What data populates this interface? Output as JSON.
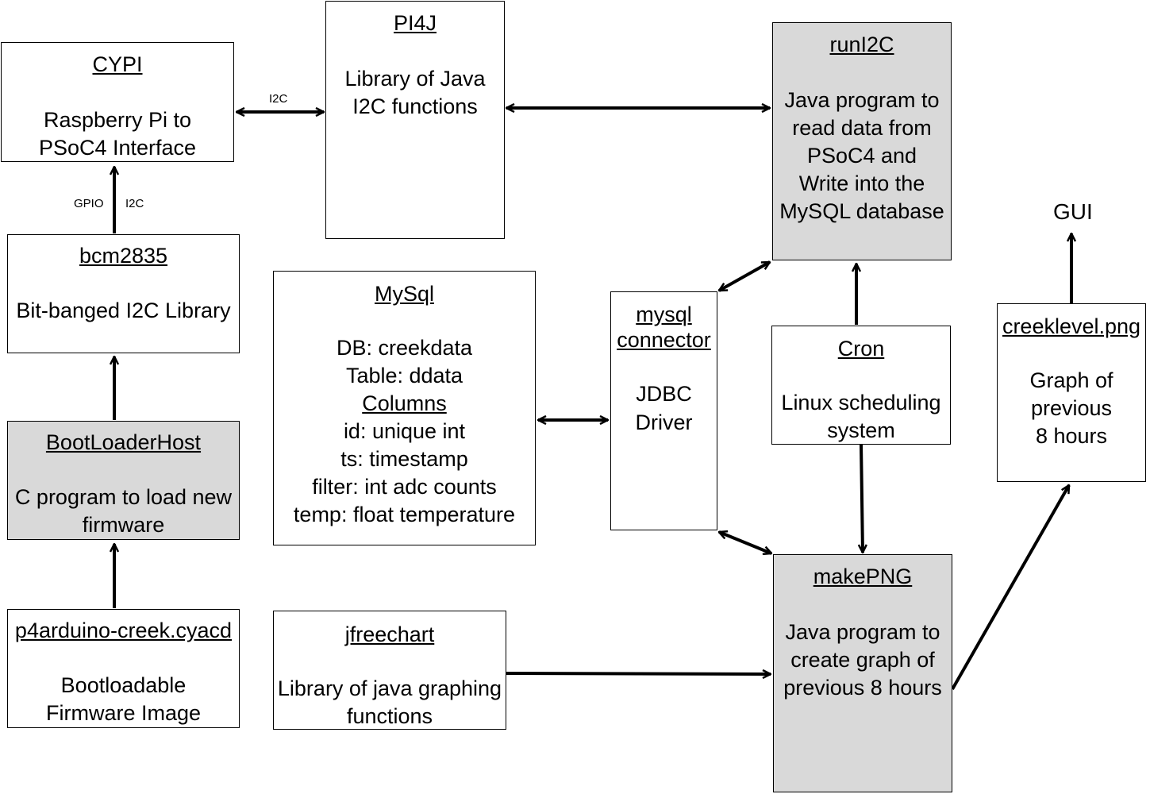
{
  "boxes": {
    "cypi": {
      "title": "CYPI",
      "lines": [
        "Raspberry Pi to",
        "PSoC4 Interface"
      ]
    },
    "pi4j": {
      "title": "PI4J",
      "lines": [
        "Library of Java",
        "I2C functions"
      ]
    },
    "runi2c": {
      "title": "runI2C",
      "lines": [
        "Java program to",
        "read data from",
        "PSoC4 and",
        "Write into the",
        "MySQL database"
      ]
    },
    "bcm2835": {
      "title": "bcm2835",
      "lines": [
        "Bit-banged I2C Library"
      ]
    },
    "mysql": {
      "title": "MySql",
      "lines": [
        "DB: creekdata",
        "Table: ddata",
        "Columns",
        "id: unique int",
        "ts: timestamp",
        "filter: int adc counts",
        "temp: float temperature"
      ]
    },
    "connector": {
      "title_line1": "mysql",
      "title_line2": "connector",
      "lines": [
        "JDBC",
        "Driver"
      ]
    },
    "cron": {
      "title": "Cron",
      "lines": [
        "Linux scheduling",
        "system"
      ]
    },
    "creeklevel": {
      "title": "creeklevel.png",
      "lines": [
        "Graph of",
        "previous",
        "8 hours"
      ]
    },
    "bootloaderhost": {
      "title": "BootLoaderHost",
      "lines": [
        "C program to load new",
        "firmware"
      ]
    },
    "cyacd": {
      "title": "p4arduino-creek.cyacd",
      "lines": [
        "Bootloadable",
        "Firmware Image"
      ]
    },
    "jfreechart": {
      "title": "jfreechart",
      "lines": [
        "Library of java graphing",
        "functions"
      ]
    },
    "makepng": {
      "title": "makePNG",
      "lines": [
        "Java program to",
        "create graph of",
        "previous 8 hours"
      ]
    }
  },
  "labels": {
    "i2c_top": "I2C",
    "gpio": "GPIO",
    "i2c_vertical": "I2C",
    "gui": "GUI"
  },
  "colors": {
    "shaded_fill": "#d9d9d9",
    "line": "#000000"
  }
}
